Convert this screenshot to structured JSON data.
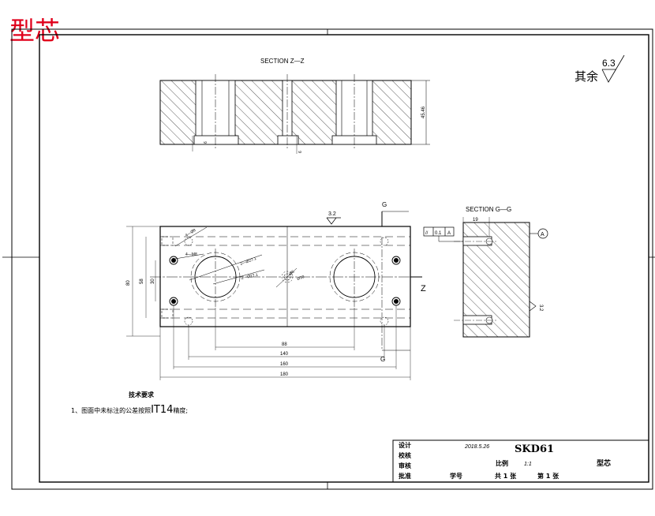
{
  "corner_title": "型芯",
  "section_zz": {
    "label": "SECTION Z—Z",
    "dim_height": "45.46",
    "dim_a": "6",
    "dim_b": "6"
  },
  "roughness": {
    "prefix": "其余",
    "value": "6.3"
  },
  "plan": {
    "roughness_top": "3.2",
    "cut_g_top": "G",
    "cut_g_bottom": "G",
    "cut_z": "Z",
    "hole_m8": "4—M8",
    "hole_4x": "4—Ø8",
    "hole_27_1": "2—Ø27.1",
    "hole_27_2": "2—Ø27.1",
    "hole_center": "Ø6",
    "hole_center_2": "Ø10",
    "dim_left_total": "80",
    "dim_left_58": "58",
    "dim_left_30": "30",
    "dim_88": "88",
    "dim_140": "140",
    "dim_160": "160",
    "dim_180": "180"
  },
  "section_gg": {
    "label": "SECTION G—G",
    "tol_sym": "//",
    "tol_val": "0.1",
    "tol_ref": "A",
    "datum": "A",
    "dim_top": "19",
    "side_rough": "3.2"
  },
  "notes": {
    "title": "技术要求",
    "line1_prefix": "1、图面中未标注的公差按照",
    "line1_code": "IT14",
    "line1_suffix": "精度;"
  },
  "title_block": {
    "design": "设计",
    "check": "校核",
    "audit": "审核",
    "approve": "批准",
    "date": "2018.5.26",
    "material": "SKD61",
    "scale_label": "比例",
    "scale_value": "1:1",
    "part_name": "型芯",
    "student_no": "学号",
    "total_label": "共 1 张",
    "sheet_label": "第 1 张"
  }
}
